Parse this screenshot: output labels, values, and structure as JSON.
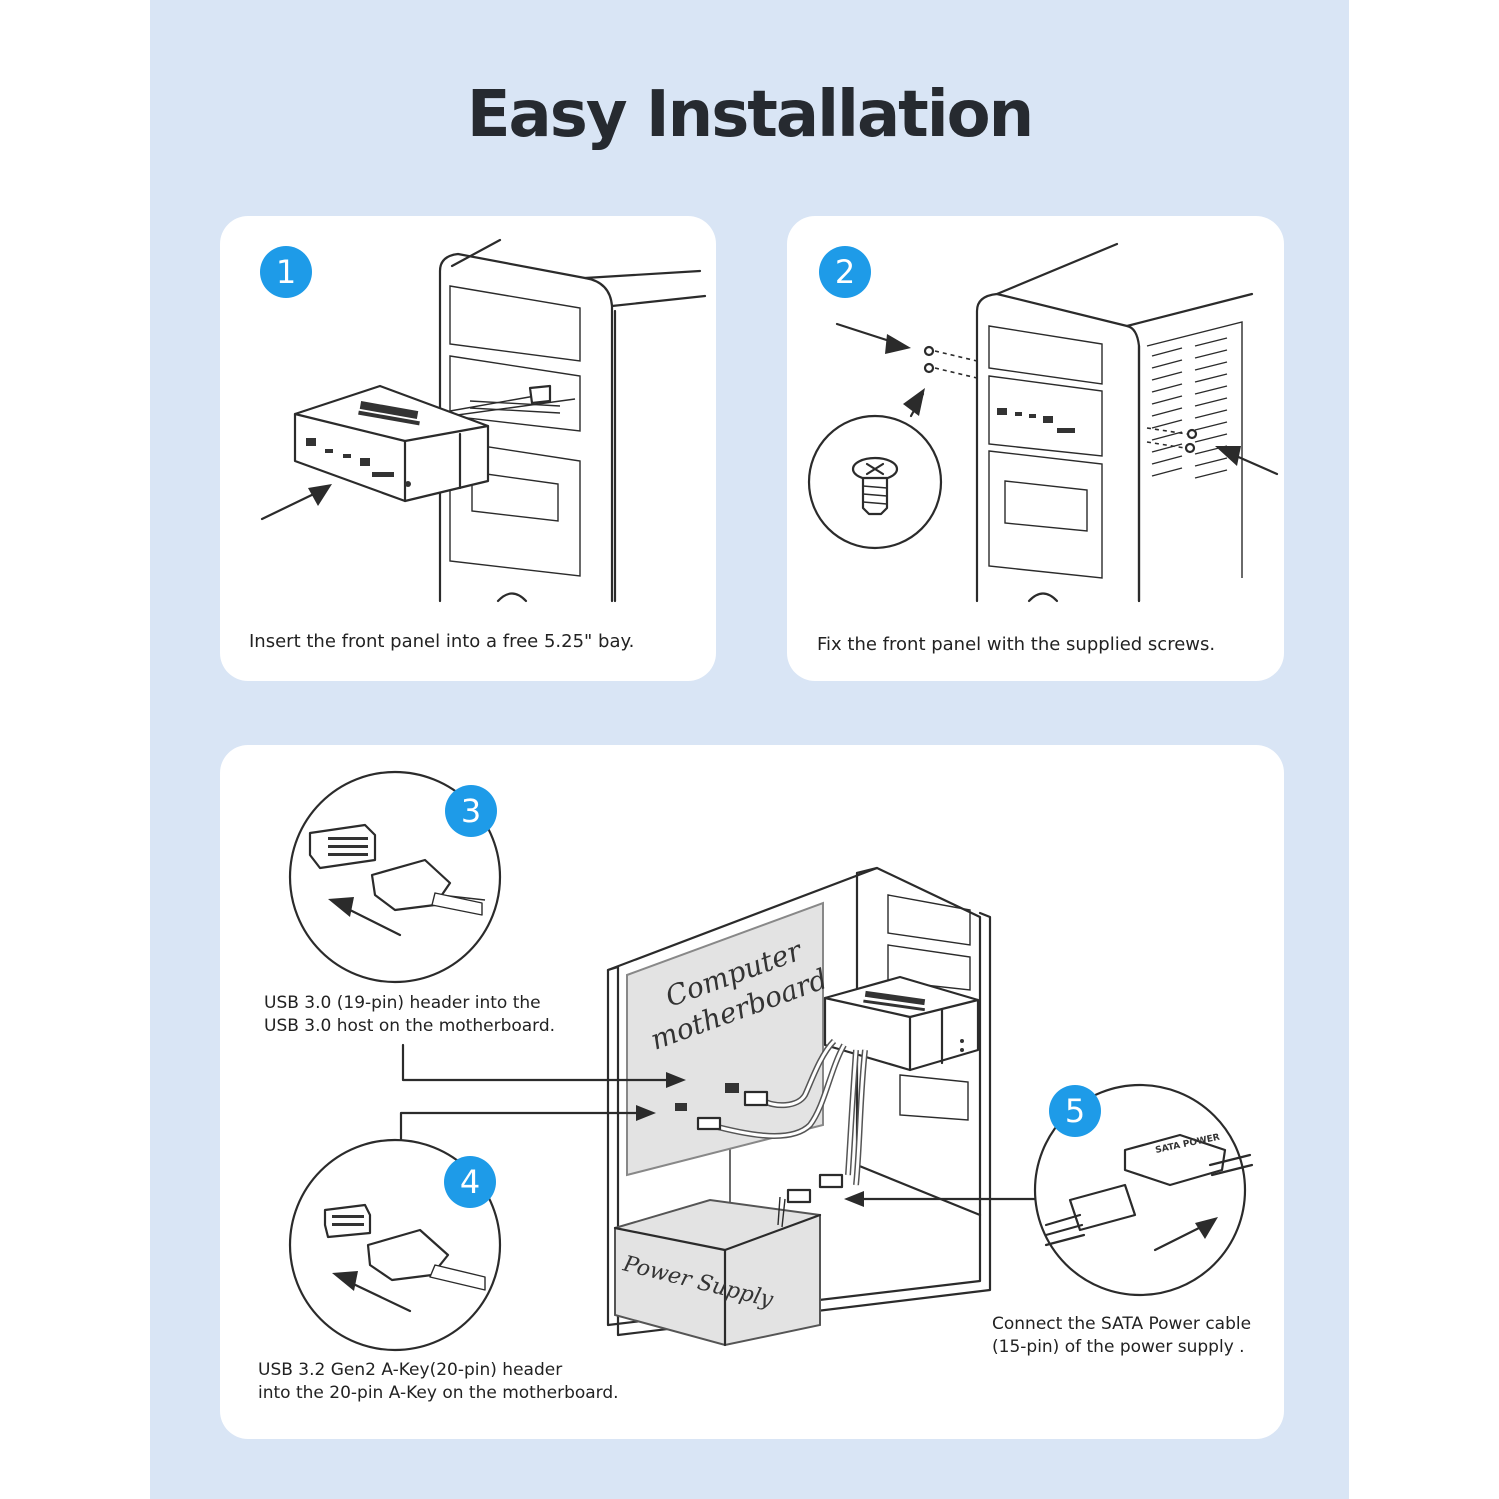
{
  "title": "Easy Installation",
  "colors": {
    "background": "#d9e5f5",
    "badge": "#1e9be8",
    "card": "#ffffff"
  },
  "steps": [
    {
      "number": "1",
      "caption": "Insert the front panel into a free 5.25\" bay."
    },
    {
      "number": "2",
      "caption": "Fix the front panel with the supplied screws."
    },
    {
      "number": "3",
      "caption_line1": "USB 3.0 (19-pin) header into the",
      "caption_line2": "USB 3.0 host on the motherboard."
    },
    {
      "number": "4",
      "caption_line1": "USB 3.2 Gen2 A-Key(20-pin) header",
      "caption_line2": "into the 20-pin A-Key on the motherboard."
    },
    {
      "number": "5",
      "caption_line1": "Connect the SATA Power cable",
      "caption_line2": "(15-pin) of the power supply ."
    }
  ],
  "diagram_labels": {
    "motherboard_line1": "Computer",
    "motherboard_line2": "motherboard",
    "power_supply": "Power Supply",
    "sata_connector": "SATA POWER"
  },
  "icons": [
    "tower-case-icon",
    "front-panel-icon",
    "screw-icon",
    "arrow-icon",
    "usb-header-icon",
    "sata-connector-icon"
  ]
}
